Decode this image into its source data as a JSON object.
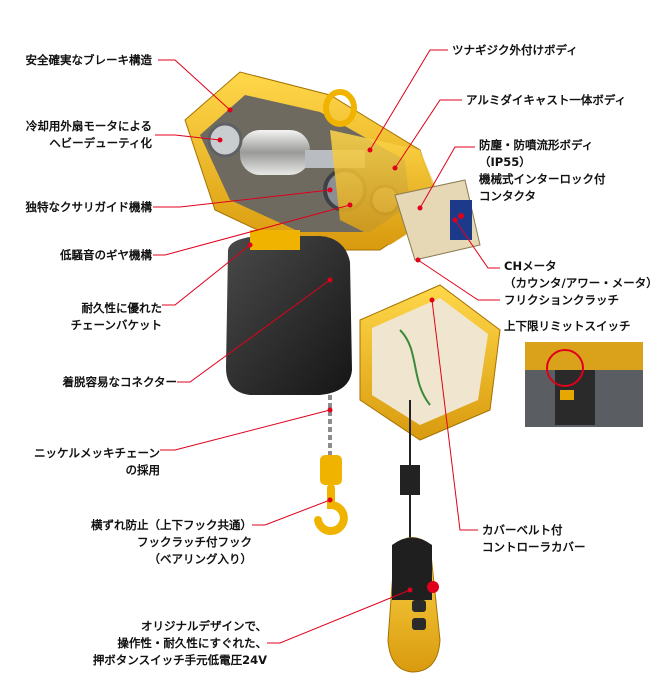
{
  "callouts_left": [
    {
      "id": "brake",
      "lines": [
        "安全確実なブレーキ構造"
      ]
    },
    {
      "id": "fan",
      "lines": [
        "冷却用外扇モータによる",
        "ヘビーデューティ化"
      ]
    },
    {
      "id": "guide",
      "lines": [
        "独特なクサリガイド機構"
      ]
    },
    {
      "id": "gear",
      "lines": [
        "低騒音のギヤ機構"
      ]
    },
    {
      "id": "bucket",
      "lines": [
        "耐久性に優れた",
        "チェーンバケット"
      ]
    },
    {
      "id": "connector",
      "lines": [
        "着脱容易なコネクター"
      ]
    },
    {
      "id": "chain",
      "lines": [
        "ニッケルメッキチェーン",
        "の採用"
      ]
    },
    {
      "id": "hook",
      "lines": [
        "横ずれ防止（上下フック共通）",
        "フックラッチ付フック",
        "（ベアリング入り）"
      ]
    },
    {
      "id": "switch",
      "lines": [
        "オリジナルデザインで、",
        "操作性・耐久性にすぐれた、",
        "押ボタンスイッチ手元低電圧24V"
      ]
    }
  ],
  "callouts_right": [
    {
      "id": "body",
      "lines": [
        "ツナギジク外付けボディ"
      ]
    },
    {
      "id": "alu",
      "lines": [
        "アルミダイキャスト一体ボディ"
      ]
    },
    {
      "id": "dust",
      "lines": [
        "防塵・防噴流形ボディ",
        "（IP55）",
        "機械式インターロック付",
        "コンタクタ"
      ]
    },
    {
      "id": "meter",
      "lines": [
        "CHメータ",
        "（カウンタ/アワー・メータ）"
      ]
    },
    {
      "id": "clutch",
      "lines": [
        "フリクションクラッチ"
      ]
    },
    {
      "id": "limit",
      "lines": [
        "上下限リミットスイッチ"
      ]
    },
    {
      "id": "cover",
      "lines": [
        "カバーベルト付",
        "コントローラカバー"
      ]
    }
  ],
  "colors": {
    "leader": "#e0001b",
    "body": "#f5c21b",
    "body_dark": "#c98f0a",
    "bucket": "#2a2a2a",
    "panel": "#ede3cc"
  }
}
